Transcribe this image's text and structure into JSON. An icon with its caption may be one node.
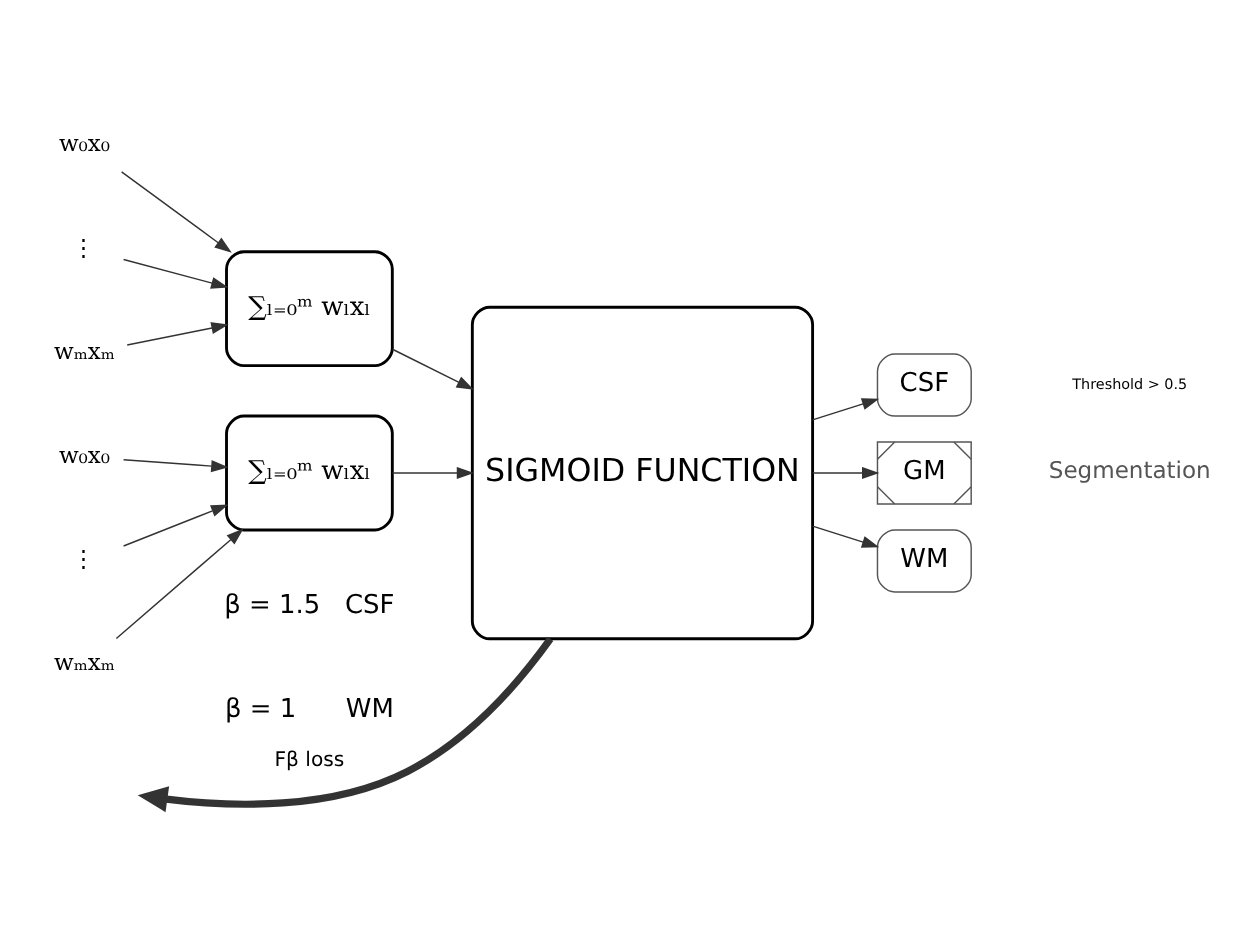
{
  "diagram": {
    "nodes": [
      {
        "text": [
          "w₀x₀"
        ]
      },
      {
        "text": [
          "⋮"
        ]
      },
      {
        "text": [
          "wₘxₘ"
        ]
      },
      {
        "text": [
          "∑ₗ₌₀ᵐ wₗxₗ"
        ]
      },
      {
        "text": [
          "w₀x₀"
        ]
      },
      {
        "text": [
          "⋮"
        ]
      },
      {
        "text": [
          "wₘxₘ"
        ]
      },
      {
        "text": [
          "∑ₗ₌₀ᵐ wₗxₗ"
        ]
      },
      {
        "text": [
          "SIGMOID FUNCTION"
        ]
      },
      {
        "text": [
          "CSF"
        ]
      },
      {
        "text": [
          "GM"
        ]
      },
      {
        "text": [
          "WM"
        ]
      }
    ],
    "edges": [
      {
        "from": 0,
        "to": 3,
        "arrow": "to"
      },
      {
        "from": 1,
        "to": 3,
        "arrow": "to"
      },
      {
        "from": 2,
        "to": 3,
        "arrow": "to"
      },
      {
        "from": 4,
        "to": 7,
        "arrow": "to"
      },
      {
        "from": 5,
        "to": 7,
        "arrow": "to"
      },
      {
        "from": 6,
        "to": 7,
        "arrow": "to"
      },
      {
        "from": 3,
        "to": 8,
        "arrow": "to"
      },
      {
        "from": 7,
        "to": 8,
        "arrow": "to"
      },
      {
        "from": 8,
        "to": 9,
        "arrow": "to"
      },
      {
        "from": 8,
        "to": 10,
        "arrow": "to"
      },
      {
        "from": 8,
        "to": 11,
        "arrow": "to"
      },
      {
        "from": 8,
        "to": null,
        "arrow": "to",
        "label": "Fβ loss",
        "style": "thick"
      }
    ],
    "labels": [
      "Threshold > 0.5",
      "Segmentation",
      "β = 1.5   CSF",
      "β = 1      WM"
    ]
  }
}
